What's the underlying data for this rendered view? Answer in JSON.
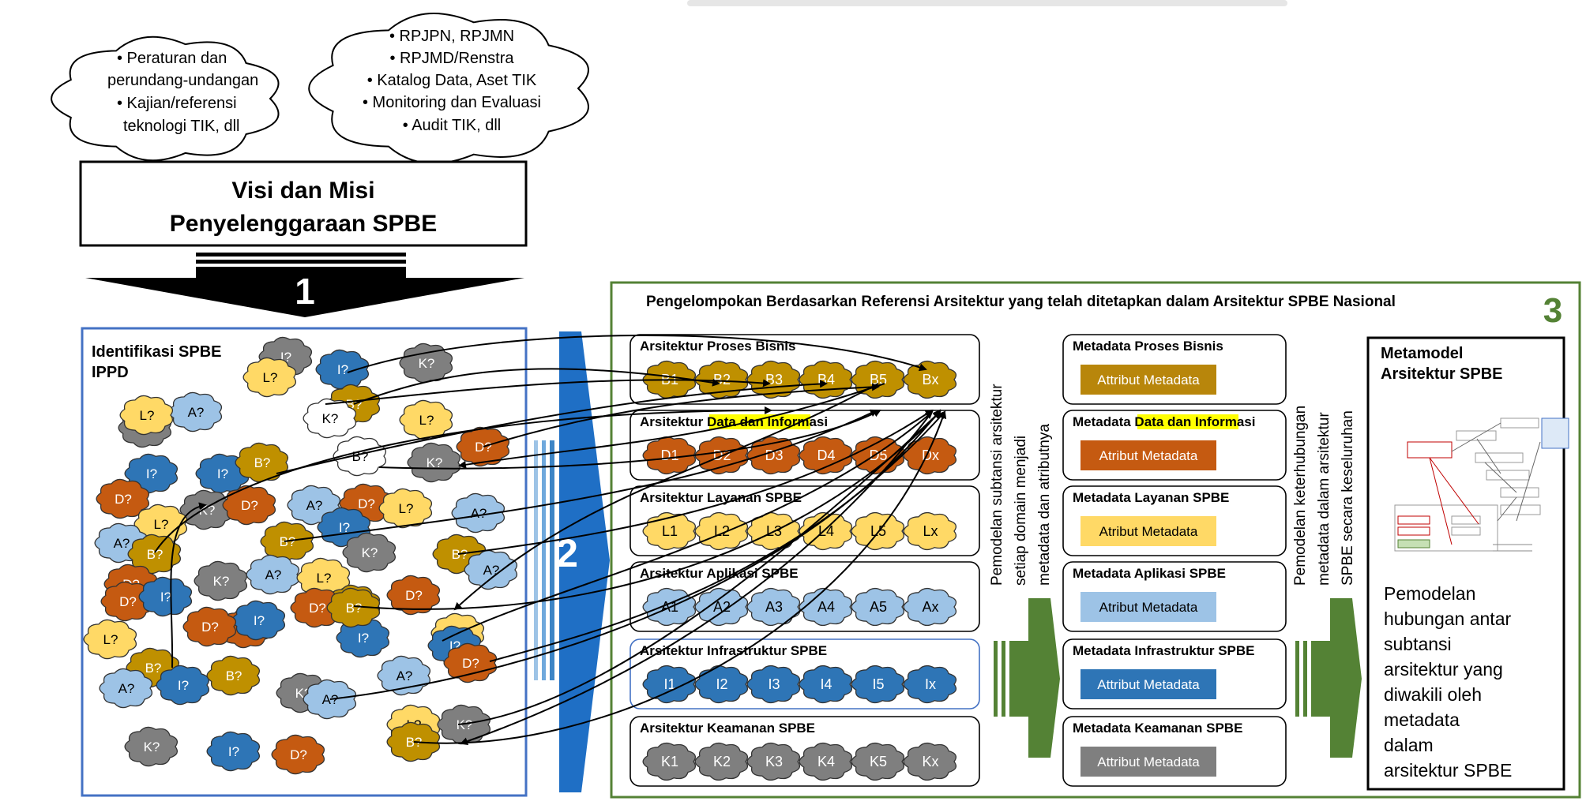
{
  "sources": {
    "left_cloud": [
      "Peraturan dan",
      "perundang-undangan",
      "Kajian/referensi",
      "teknologi TIK, dll"
    ],
    "right_cloud": [
      "RPJPN, RPJMN",
      "RPJMD/Renstra",
      "Katalog Data, Aset TIK",
      "Monitoring dan Evaluasi",
      "Audit TIK, dll"
    ]
  },
  "vision_box": {
    "line1": "Visi dan Misi",
    "line2": "Penyelenggaraan SPBE"
  },
  "step_labels": {
    "step1": "1",
    "step2": "2",
    "step3": "3"
  },
  "identification": {
    "title_line1": "Identifikasi SPBE",
    "title_line2": "IPPD"
  },
  "grouping_title": "Pengelompokan Berdasarkan Referensi Arsitektur yang telah ditetapkan dalam Arsitektur SPBE Nasional",
  "architectures": [
    {
      "title": "Arsitektur Proses Bisnis",
      "items": [
        "B1",
        "B2",
        "B3",
        "B4",
        "B5",
        "Bx"
      ]
    },
    {
      "title_pre": "Arsitektur ",
      "title_hl": "Data dan Infor",
      "title_post": "masi",
      "items": [
        "D1",
        "D2",
        "D3",
        "D4",
        "D5",
        "Dx"
      ]
    },
    {
      "title": "Arsitektur Layanan SPBE",
      "items": [
        "L1",
        "L2",
        "L3",
        "L4",
        "L5",
        "Lx"
      ]
    },
    {
      "title": "Arsitektur Aplikasi SPBE",
      "items": [
        "A1",
        "A2",
        "A3",
        "A4",
        "A5",
        "Ax"
      ]
    },
    {
      "title": "Arsitektur Infrastruktur SPBE",
      "items": [
        "I1",
        "I2",
        "I3",
        "I4",
        "I5",
        "Ix"
      ]
    },
    {
      "title": "Arsitektur Keamanan SPBE",
      "items": [
        "K1",
        "K2",
        "K3",
        "K4",
        "K5",
        "Kx"
      ]
    }
  ],
  "metadata": [
    {
      "title": "Metadata Proses Bisnis",
      "attr": "Attribut Metadata",
      "color": "#b8860b"
    },
    {
      "title_pre": "Metadata ",
      "title_hl": "Data dan Infor",
      "title_post": "masi",
      "attr": "Atribut Metadata",
      "color": "#c55a11"
    },
    {
      "title": "Metadata Layanan SPBE",
      "attr": "Atribut Metadata",
      "color": "#ffd966"
    },
    {
      "title": "Metadata Aplikasi SPBE",
      "attr": "Atribut Metadata",
      "color": "#9dc3e6"
    },
    {
      "title": "Metadata Infrastruktur SPBE",
      "attr": "Attribut Metadata",
      "color": "#2e75b6"
    },
    {
      "title": "Metadata Keamanan SPBE",
      "attr": "Attribut Metadata",
      "color": "#7f7f7f"
    }
  ],
  "vertical_text_1": [
    "Pemodelan subtansi arsitektur",
    "setiap domain menjadi",
    "metadata dan atributnya"
  ],
  "vertical_text_2": [
    "Pemodelan keterhubungan",
    "metadata dalam arsitektur",
    "SPBE secara keseluruhan"
  ],
  "metamodel": {
    "title_line1": "Metamodel",
    "title_line2": "Arsitektur SPBE",
    "description": [
      "Pemodelan",
      "hubungan antar",
      "subtansi",
      "arsitektur yang",
      "diwakili oleh",
      "metadata",
      "dalam",
      "arsitektur SPBE"
    ]
  },
  "scattered_clouds": [
    {
      "label": "I?",
      "color": "grey"
    },
    {
      "label": "L?",
      "color": "yellow"
    },
    {
      "label": "I?",
      "color": "blue"
    },
    {
      "label": "K?",
      "color": "grey"
    },
    {
      "label": "B?",
      "color": "gold"
    },
    {
      "label": "K?",
      "color": "white"
    },
    {
      "label": "L?",
      "color": "yellow"
    },
    {
      "label": "A?",
      "color": "lightblue"
    },
    {
      "label": "K?",
      "color": "grey"
    },
    {
      "label": "L?",
      "color": "yellow"
    },
    {
      "label": "B?",
      "color": "white"
    },
    {
      "label": "D?",
      "color": "orange"
    },
    {
      "label": "I?",
      "color": "blue"
    },
    {
      "label": "I?",
      "color": "blue"
    },
    {
      "label": "B?",
      "color": "gold"
    },
    {
      "label": "K?",
      "color": "grey"
    },
    {
      "label": "D?",
      "color": "orange"
    },
    {
      "label": "K?",
      "color": "grey"
    },
    {
      "label": "D?",
      "color": "orange"
    },
    {
      "label": "A?",
      "color": "lightblue"
    },
    {
      "label": "D?",
      "color": "orange"
    },
    {
      "label": "L?",
      "color": "yellow"
    },
    {
      "label": "A?",
      "color": "lightblue"
    },
    {
      "label": "L?",
      "color": "yellow"
    },
    {
      "label": "A?",
      "color": "lightblue"
    },
    {
      "label": "B?",
      "color": "gold"
    },
    {
      "label": "I?",
      "color": "blue"
    },
    {
      "label": "B?",
      "color": "gold"
    },
    {
      "label": "K?",
      "color": "grey"
    },
    {
      "label": "B?",
      "color": "gold"
    },
    {
      "label": "A?",
      "color": "lightblue"
    },
    {
      "label": "D?",
      "color": "orange"
    },
    {
      "label": "K?",
      "color": "grey"
    },
    {
      "label": "A?",
      "color": "lightblue"
    },
    {
      "label": "L?",
      "color": "yellow"
    },
    {
      "label": "D?",
      "color": "orange"
    },
    {
      "label": "I?",
      "color": "blue"
    },
    {
      "label": "D?",
      "color": "orange"
    },
    {
      "label": "B?",
      "color": "gold"
    },
    {
      "label": "D?",
      "color": "orange"
    },
    {
      "label": "I?",
      "color": "blue"
    },
    {
      "label": "D?",
      "color": "orange"
    },
    {
      "label": "I?",
      "color": "blue"
    },
    {
      "label": "L?",
      "color": "yellow"
    },
    {
      "label": "L?",
      "color": "yellow"
    },
    {
      "label": "I?",
      "color": "blue"
    },
    {
      "label": "D?",
      "color": "orange"
    },
    {
      "label": "B?",
      "color": "gold"
    },
    {
      "label": "B?",
      "color": "gold"
    },
    {
      "label": "A?",
      "color": "lightblue"
    },
    {
      "label": "I?",
      "color": "blue"
    },
    {
      "label": "K?",
      "color": "grey"
    },
    {
      "label": "B?",
      "color": "gold"
    },
    {
      "label": "A?",
      "color": "lightblue"
    },
    {
      "label": "A?",
      "color": "lightblue"
    },
    {
      "label": "D?",
      "color": "orange"
    },
    {
      "label": "L?",
      "color": "yellow"
    },
    {
      "label": "K?",
      "color": "grey"
    },
    {
      "label": "B?",
      "color": "gold"
    },
    {
      "label": "K?",
      "color": "grey"
    },
    {
      "label": "I?",
      "color": "blue"
    },
    {
      "label": "D?",
      "color": "orange"
    }
  ],
  "palette": {
    "gold": "#bf9000",
    "orange": "#c55a11",
    "yellow": "#ffd966",
    "lightblue": "#9dc3e6",
    "blue": "#2e75b6",
    "grey": "#7f7f7f",
    "white": "#ffffff",
    "green_frame": "#548235",
    "green_arrow": "#548235",
    "blue_frame": "#4472c4",
    "blue_chevron": "#1f6fc5"
  }
}
